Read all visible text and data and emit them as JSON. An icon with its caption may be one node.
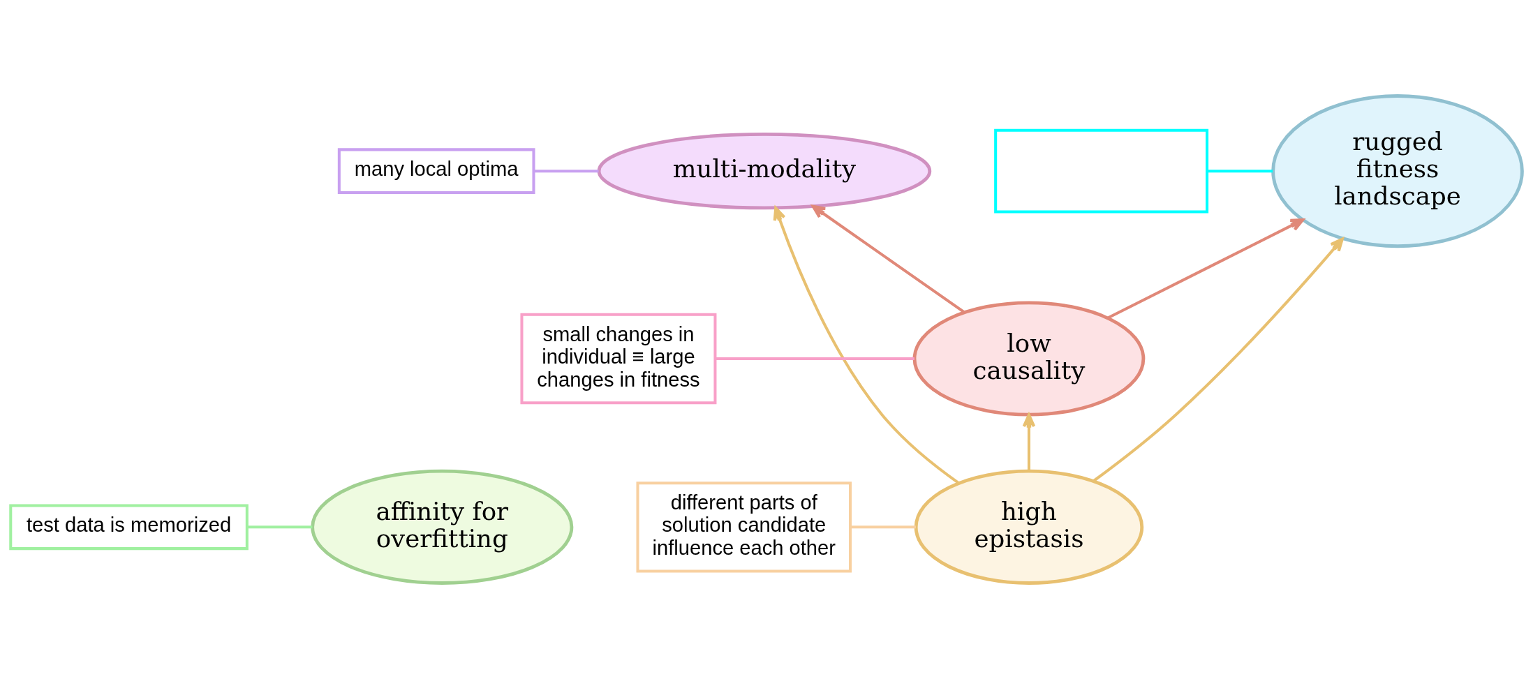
{
  "diagram": {
    "nodes": [
      {
        "text": [
          "affinity for overfitting"
        ]
      },
      {
        "text": [
          "test data is memorized"
        ]
      },
      {
        "text": [],
        "shape": "box"
      },
      {
        "text": [
          "rugged fitness landscape"
        ]
      },
      {
        "text": [
          "multi-modality"
        ]
      },
      {
        "text": [
          "many local optima"
        ]
      },
      {
        "text": [
          "low causality"
        ]
      },
      {
        "text": [
          "different parts of solution candidate influence each other"
        ]
      },
      {
        "text": [
          "high epistasis"
        ]
      },
      {
        "text": [
          "small changes in individual ≡ large changes in fitness"
        ]
      }
    ],
    "edges": [
      {
        "from": 1,
        "to": 0,
        "arrow": "none",
        "color": "#a0f0a0"
      },
      {
        "from": 2,
        "to": 3,
        "arrow": "none",
        "color": "#00ffff"
      },
      {
        "from": 5,
        "to": 4,
        "arrow": "none",
        "color": "#c8a0f0"
      },
      {
        "from": 7,
        "to": 8,
        "arrow": "none",
        "color": "#f8d0a0"
      },
      {
        "from": 9,
        "to": 6,
        "arrow": "none",
        "color": "#f8a0c8"
      },
      {
        "from": 8,
        "to": 3,
        "arrow": "to",
        "color": "#e8c070"
      },
      {
        "from": 8,
        "to": 4,
        "arrow": "to",
        "color": "#e8c070"
      },
      {
        "from": 8,
        "to": 6,
        "arrow": "to",
        "color": "#e8c070"
      },
      {
        "from": 6,
        "to": 3,
        "arrow": "to",
        "color": "#e08878"
      },
      {
        "from": 6,
        "to": 4,
        "arrow": "to",
        "color": "#e08878"
      }
    ]
  }
}
